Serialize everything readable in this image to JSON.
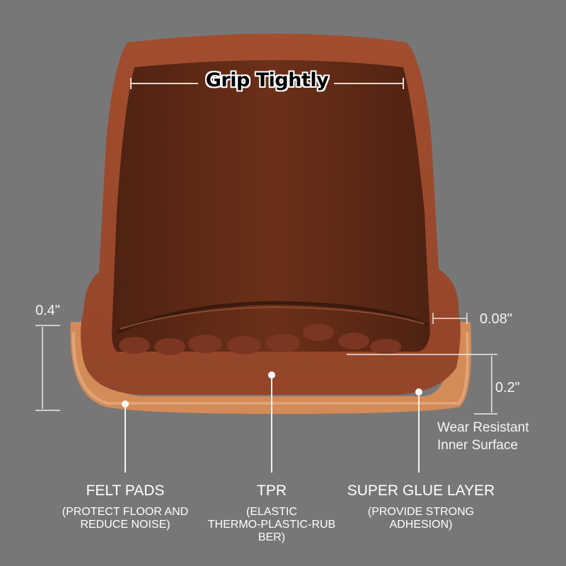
{
  "diagram": {
    "title": "Grip Tightly",
    "dimensions": {
      "height": "0.4\"",
      "wall_thickness": "0.08\"",
      "base_thickness": "0.2\""
    },
    "side_note": [
      "Wear Resistant",
      "Inner Surface"
    ],
    "callouts": [
      {
        "title": "FELT PADS",
        "subtitle": [
          "(PROTECT FLOOR AND",
          "REDUCE NOISE)"
        ]
      },
      {
        "title": "TPR",
        "subtitle": [
          "(ELASTIC",
          "THERMO-PLASTIC-RUB",
          "BER)"
        ]
      },
      {
        "title": "SUPER GLUE LAYER",
        "subtitle": [
          "(PROVIDE STRONG",
          "ADHESION)"
        ]
      }
    ],
    "colors": {
      "background": "#777777",
      "rubber_outer": "#a0522d",
      "rubber_inner": "#5a2814",
      "felt": "#d9925e"
    }
  }
}
